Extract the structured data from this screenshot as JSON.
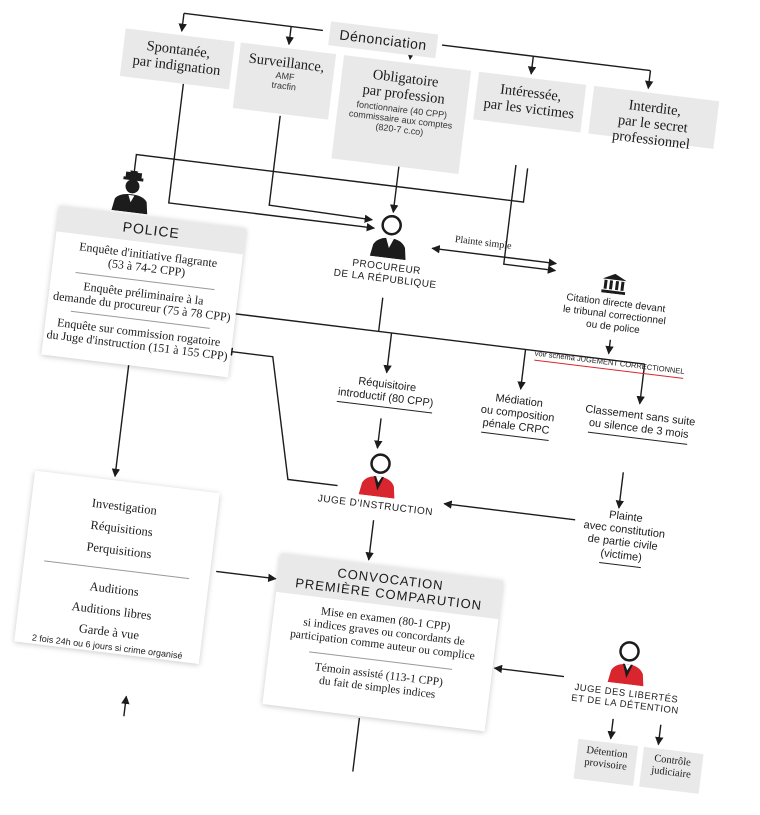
{
  "colors": {
    "accent": "#d9262e",
    "panel": "#e9e9e9",
    "ink": "#1c1c1c"
  },
  "denonciation": "Dénonciation",
  "sources": [
    {
      "title": [
        "Spontanée,",
        "par indignation"
      ],
      "note": []
    },
    {
      "title": [
        "Surveillance,"
      ],
      "note": [
        "AMF",
        "tracfin"
      ]
    },
    {
      "title": [
        "Obligatoire",
        "par profession"
      ],
      "note": [
        "fonctionnaire (40 CPP)",
        "commissaire aux comptes",
        "(820-7 c.co)"
      ]
    },
    {
      "title": [
        "Intéressée,",
        "par les victimes"
      ],
      "note": []
    },
    {
      "title": [
        "Interdite,",
        "par le secret professionnel"
      ],
      "note": []
    }
  ],
  "police": {
    "title": "POLICE",
    "enquetes": [
      [
        "Enquête d'initiative flagrante",
        "(53 à 74-2 CPP)"
      ],
      [
        "Enquête préliminaire à la",
        "demande du procureur (75 à 78 CPP)"
      ],
      [
        "Enquête sur commission rogatoire",
        "du Juge d'instruction (151 à 155 CPP)"
      ]
    ]
  },
  "procureur": {
    "lines": [
      "PROCUREUR",
      "DE LA RÉPUBLIQUE"
    ],
    "icon": "prosecutor-icon"
  },
  "plainte_simple": "Plainte simple",
  "citation": {
    "lines": [
      "Citation directe devant",
      "le tribunal correctionnel",
      "ou de police"
    ],
    "link": "voir schéma JUGEMENT CORRECTIONNEL",
    "icon": "courthouse-icon"
  },
  "requisitoire": [
    "Réquisitoire",
    "introductif (80 CPP)"
  ],
  "mediation": [
    "Médiation",
    "ou composition",
    "pénale CRPC"
  ],
  "classement": [
    "Classement sans suite",
    "ou silence de 3 mois"
  ],
  "juge": {
    "label": "JUGE D'INSTRUCTION",
    "icon": "judge-icon"
  },
  "plainte_pc": [
    "Plainte",
    "avec constitution",
    "de partie civile",
    "(victime)"
  ],
  "investigation": {
    "group1": [
      "Investigation",
      "Réquisitions",
      "Perquisitions"
    ],
    "group2": [
      "Auditions",
      "Auditions libres",
      "Garde à vue"
    ],
    "note": "2 fois 24h ou 6 jours si crime organisé"
  },
  "convocation": {
    "title": [
      "CONVOCATION",
      "PREMIÈRE COMPARUTION"
    ],
    "mise": [
      "Mise en examen (80-1 CPP)",
      "si indices graves ou concordants de",
      "participation comme auteur ou complice"
    ],
    "temoin": [
      "Témoin assisté (113-1 CPP)",
      "du fait de simples indices"
    ]
  },
  "jld": {
    "lines": [
      "JUGE DES LIBERTÉS",
      "ET DE LA DÉTENTION"
    ],
    "icon": "judge-icon"
  },
  "detention": [
    "Détention",
    "provisoire"
  ],
  "controle": [
    "Contrôle",
    "judiciaire"
  ]
}
